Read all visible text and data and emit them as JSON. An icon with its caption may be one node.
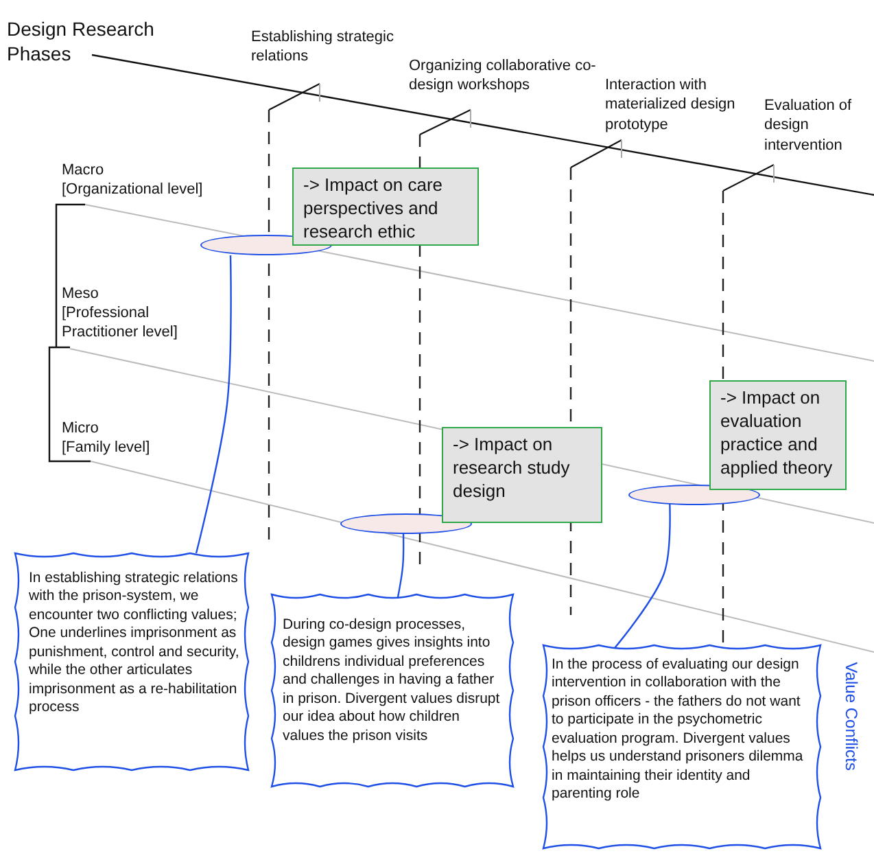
{
  "diagram": {
    "nodes": [
      {
        "text": [
          "-> Impact on care perspectives and research ethic"
        ]
      },
      {
        "text": [],
        "shape": "ellipse"
      },
      {
        "text": [
          "-> Impact on evaluation practice and applied theory"
        ]
      },
      {
        "text": [
          "-> Impact on research study design"
        ]
      },
      {
        "text": [],
        "shape": "ellipse"
      },
      {
        "text": [],
        "shape": "ellipse"
      },
      {
        "text": [
          "In establishing strategic relations with the prison-system, we encounter two conflicting values; One underlines imprisonment as punishment, control and security, while the other articulates imprisonment as a re-habilitation process"
        ]
      },
      {
        "text": [
          "During co-design processes, design games gives insights into childrens individual preferences and challenges in having a father in prison. Divergent values disrupt our idea about how children values the prison visits"
        ]
      },
      {
        "text": [
          "In the process of evaluating our design intervention in collaboration with the prison officers -  the fathers do not want to participate in the psychometric evaluation program. Divergent values helps us understand prisoners dilemma in maintaining their identity and parenting role"
        ]
      }
    ],
    "edges": [
      {
        "from": 6,
        "to": 1,
        "arrow": "none"
      },
      {
        "from": 7,
        "to": 4,
        "arrow": "none"
      },
      {
        "from": 8,
        "to": 5,
        "arrow": "none"
      }
    ],
    "labels": [
      "Design Research Phases",
      "Establishing strategic relations",
      "Organizing collaborative co-design workshops",
      "Interaction with materialized design prototype",
      "Evaluation of design intervention",
      "Macro",
      "[Organizational level]",
      "Meso",
      "[Professional Practitioner level]",
      "Micro",
      "[Family level]",
      "Value Conflicts"
    ]
  }
}
